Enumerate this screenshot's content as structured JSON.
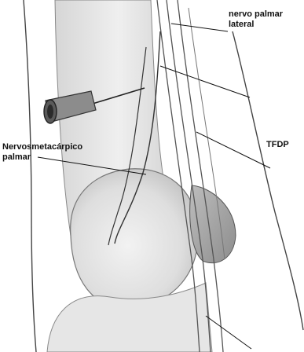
{
  "labels": {
    "nervo_palmar_lateral": {
      "line1": "nervo palmar",
      "line2": "lateral"
    },
    "tfdp": "TFDP",
    "nervo_metacarpico_palmar": {
      "line1": "Nervosmetacárpico",
      "line2": "palmar"
    }
  },
  "colors": {
    "background": "#ffffff",
    "ink": "#1a1a1a",
    "bone_fill": "#e9e9e9",
    "bone_shadow": "#cfcfcf",
    "needle_hub": "#6f6f6f"
  }
}
